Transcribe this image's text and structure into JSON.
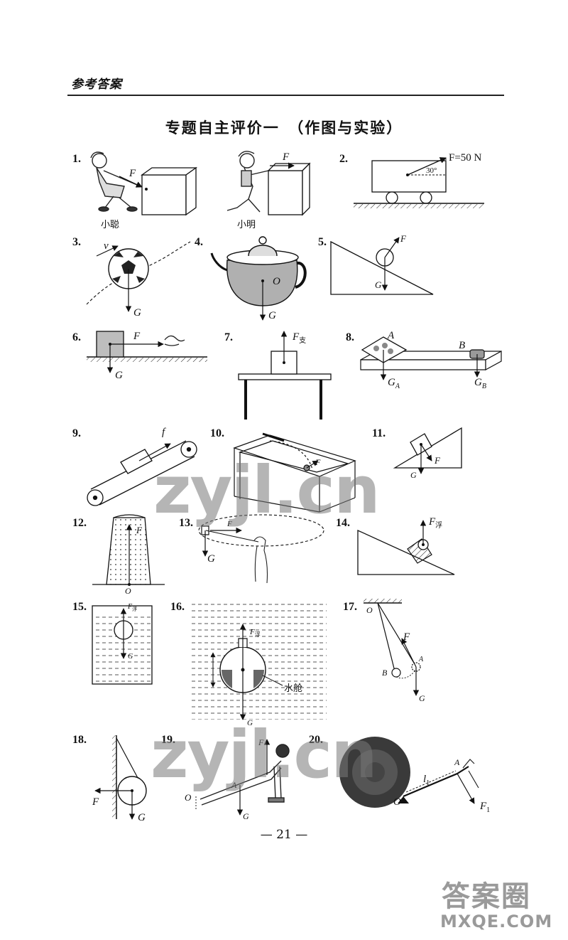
{
  "header": {
    "label": "参考答案"
  },
  "title": "专题自主评价一　（作图与实验）",
  "problems": [
    "1.",
    "2.",
    "3.",
    "4.",
    "5.",
    "6.",
    "7.",
    "8.",
    "9.",
    "10.",
    "11.",
    "12.",
    "13.",
    "14.",
    "15.",
    "16.",
    "17.",
    "18.",
    "19.",
    "20."
  ],
  "labels": {
    "F": "F",
    "F50": "F=50 N",
    "angle30": "30°",
    "v": "v",
    "G": "G",
    "O": "O",
    "A": "A",
    "B": "B",
    "GA": "G",
    "GA_sub": "A",
    "GB": "G",
    "GB_sub": "B",
    "f": "f",
    "Fzhi": "F",
    "Fzhi_sub": "支",
    "Ffu": "F",
    "Ffu_sub": "浮",
    "l1": "l",
    "l1_sub": "1",
    "F1": "F",
    "F1_sub": "1"
  },
  "captions": {
    "xiaocong": "小聪",
    "xiaoming": "小明",
    "water_tank": "水舱"
  },
  "page_number": "— 21 —",
  "watermarks": {
    "main1": "zyjl.cn",
    "main2": "zyjl.cn",
    "corner_top": "答案圈",
    "corner_bottom": "MXQE.COM"
  }
}
